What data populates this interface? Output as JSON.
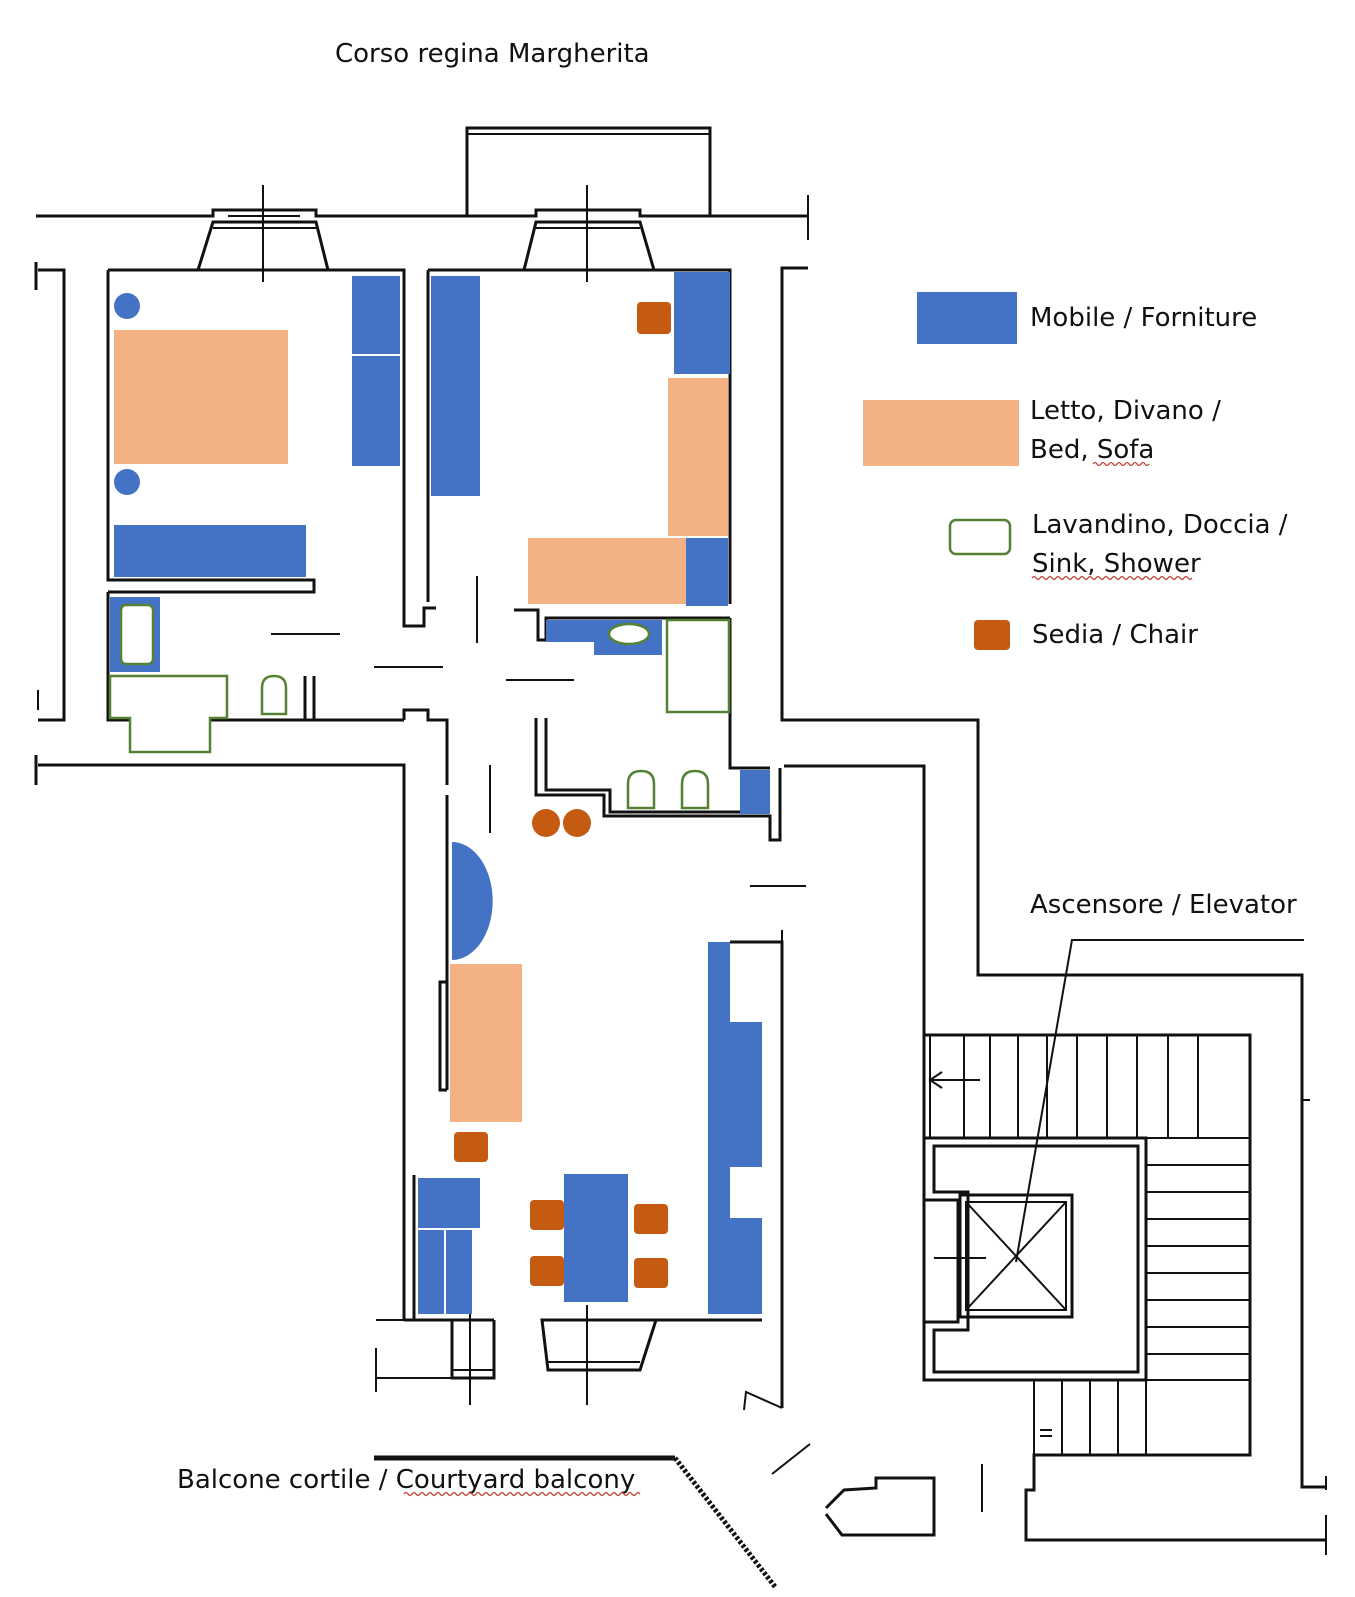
{
  "title": "Corso regina Margherita",
  "bottom_label": "Balcone cortile / Courtyard balcony",
  "elevator_label": "Ascensore / Elevator",
  "colors": {
    "furniture": "#4472c4",
    "bed_sofa": "#f4b183",
    "sink_shower_outline": "#548235",
    "chair": "#c55a11",
    "walls": "#111111"
  },
  "legend": [
    {
      "key": "furniture",
      "text_lines": [
        "Mobile / Forniture"
      ],
      "swatch": "filled-blue"
    },
    {
      "key": "bed_sofa",
      "text_lines": [
        "Letto, Divano /",
        "Bed, Sofa"
      ],
      "swatch": "filled-peach"
    },
    {
      "key": "sink_shower",
      "text_lines": [
        "Lavandino, Doccia /",
        "Sink, Shower"
      ],
      "swatch": "green-outline"
    },
    {
      "key": "chair",
      "text_lines": [
        "Sedia / Chair"
      ],
      "swatch": "filled-orange"
    }
  ]
}
